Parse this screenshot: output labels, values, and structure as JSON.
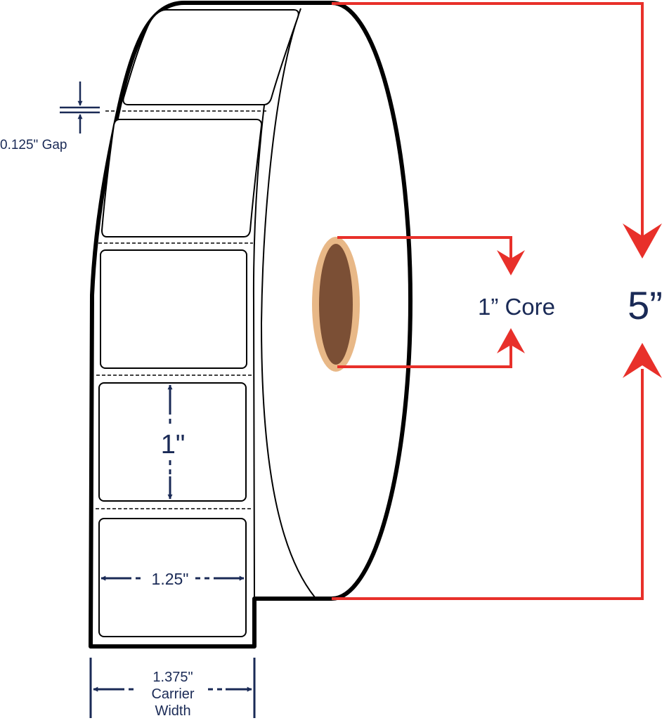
{
  "labels": {
    "gap": "0.125\" Gap",
    "label_height": "1\"",
    "label_width": "1.25\"",
    "carrier_width_value": "1.375\"",
    "carrier_width_line1": "Carrier",
    "carrier_width_line2": "Width",
    "core": "1” Core",
    "roll_diameter": "5”"
  },
  "colors": {
    "outline": "#000000",
    "dimension_navy": "#1a2a56",
    "dimension_red": "#e8302a",
    "core_outer": "#e8b887",
    "core_inner": "#7b4f35",
    "label_fill": "#ffffff"
  }
}
